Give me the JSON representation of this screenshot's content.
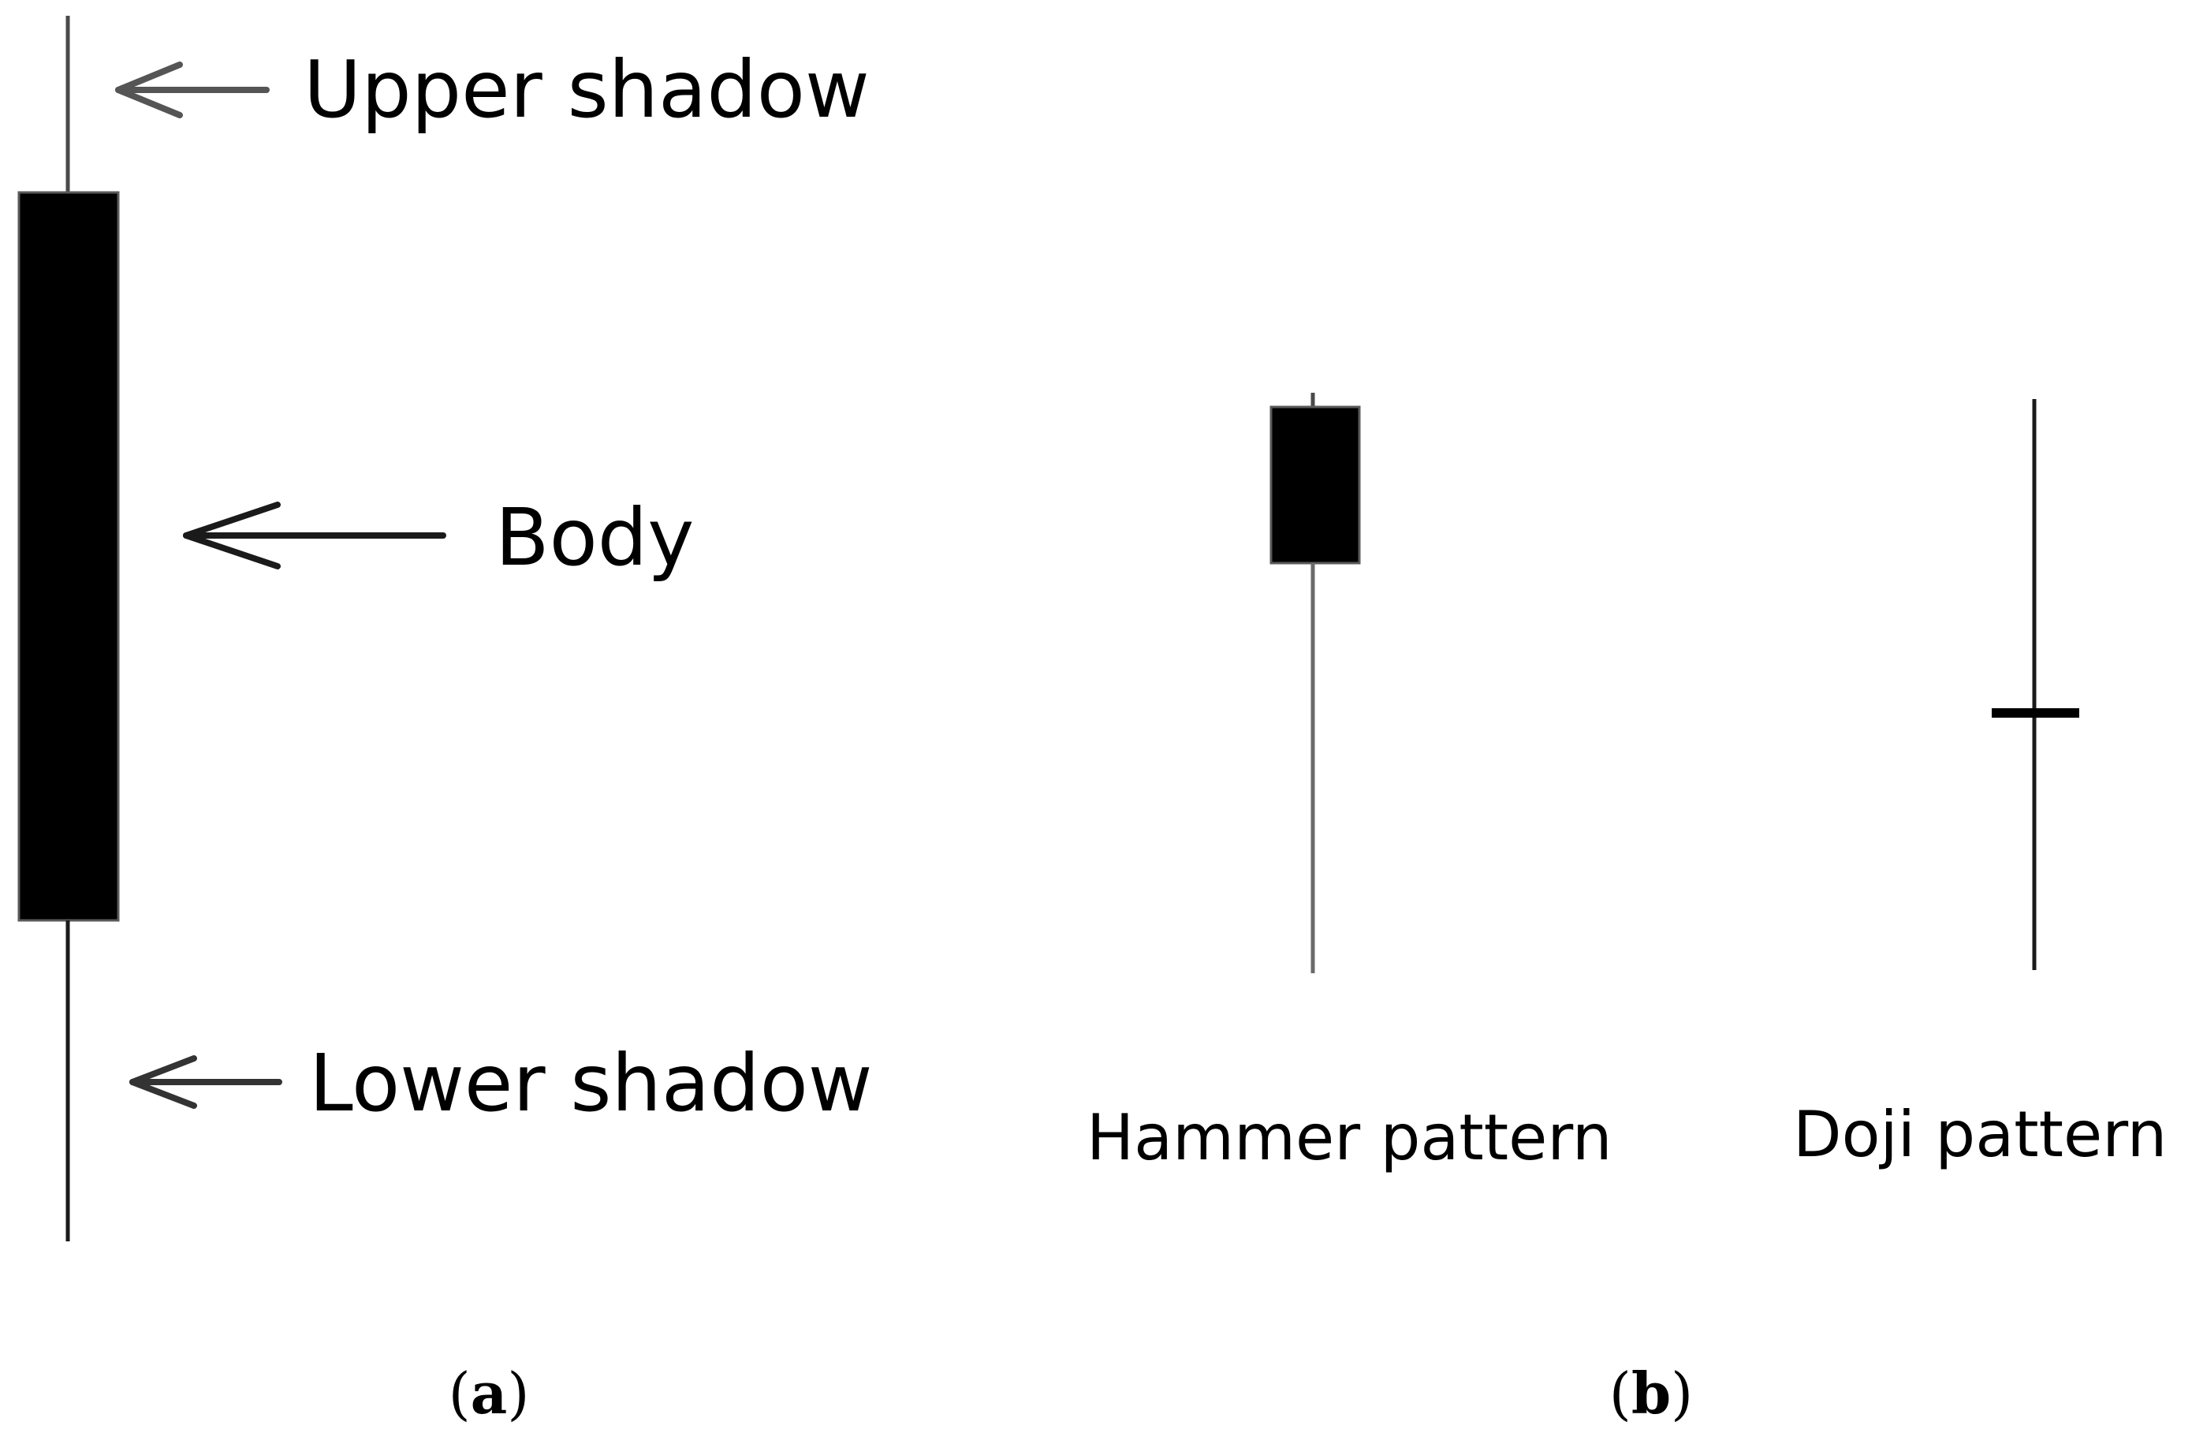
{
  "panel_a": {
    "annotations": {
      "upper_shadow": "Upper shadow",
      "body": "Body",
      "lower_shadow": "Lower shadow"
    },
    "caption": {
      "open": "(",
      "letter": "a",
      "close": ")"
    }
  },
  "panel_b": {
    "hammer_label": "Hammer pattern",
    "doji_label": "Doji pattern",
    "caption": {
      "open": "(",
      "letter": "b",
      "close": ")"
    }
  },
  "colors": {
    "body_fill": "#000000",
    "shadow_line": "#4a4a4a",
    "arrow": "#555555",
    "text": "#000000"
  }
}
